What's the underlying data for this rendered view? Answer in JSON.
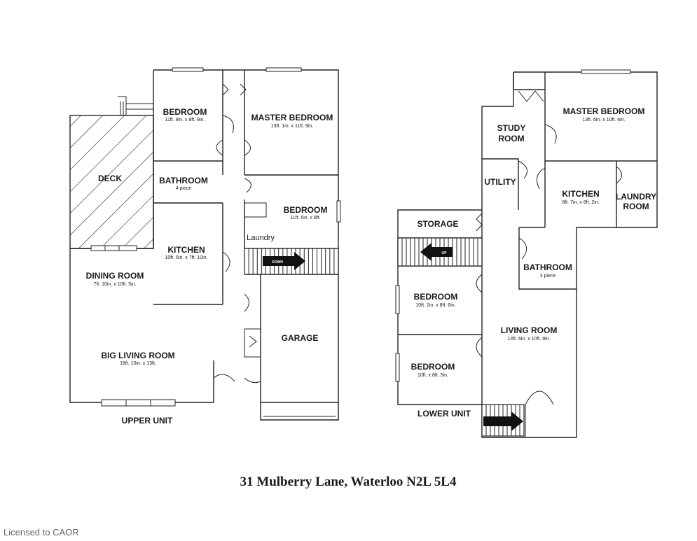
{
  "address": "31 Mulberry Lane, Waterloo N2L 5L4",
  "license": "Licensed to CAOR",
  "upper_unit": {
    "label": "UPPER UNIT",
    "rooms": {
      "bedroom": {
        "name": "BEDROOM",
        "dim": "11ft. 9in. x 8ft. 9in."
      },
      "master": {
        "name": "MASTER BEDROOM",
        "dim": "13ft. 1in. x 11ft. 9in."
      },
      "deck": {
        "name": "DECK"
      },
      "bathroom": {
        "name": "BATHROOM",
        "dim": "4 piece"
      },
      "bedroom2": {
        "name": "BEDROOM",
        "dim": "11ft. 6in. x 8ft."
      },
      "laundry": {
        "name": "Laundry"
      },
      "kitchen": {
        "name": "KITCHEN",
        "dim": "10ft. 5in. x 7ft. 10in."
      },
      "dining": {
        "name": "DINING ROOM",
        "dim": "7ft. 10in. x 10ft. 5in."
      },
      "garage": {
        "name": "GARAGE"
      },
      "living": {
        "name": "BIG LIVING ROOM",
        "dim": "18ft. 10in. x 13ft."
      }
    },
    "stair": "DOWN"
  },
  "lower_unit": {
    "label": "LOWER UNIT",
    "rooms": {
      "master": {
        "name": "MASTER BEDROOM",
        "dim": "13ft. 6in. x 10ft. 6in."
      },
      "study_1": "STUDY",
      "study_2": "ROOM",
      "utility": {
        "name": "UTILITY"
      },
      "kitchen": {
        "name": "KITCHEN",
        "dim": "8ft. 7in. x 8ft. 2in."
      },
      "laundry_1": "LAUNDRY",
      "laundry_2": "ROOM",
      "storage": {
        "name": "STORAGE"
      },
      "bathroom": {
        "name": "BATHROOM",
        "dim": "3 piece"
      },
      "bedroom1": {
        "name": "BEDROOM",
        "dim": "10ft. 2in. x 8ft. 6in."
      },
      "living": {
        "name": "LIVING ROOM",
        "dim": "14ft. 6in. x 10ft. 9in."
      },
      "bedroom2": {
        "name": "BEDROOM",
        "dim": "10ft. x 8ft. 5in."
      }
    },
    "stair": "UP"
  }
}
